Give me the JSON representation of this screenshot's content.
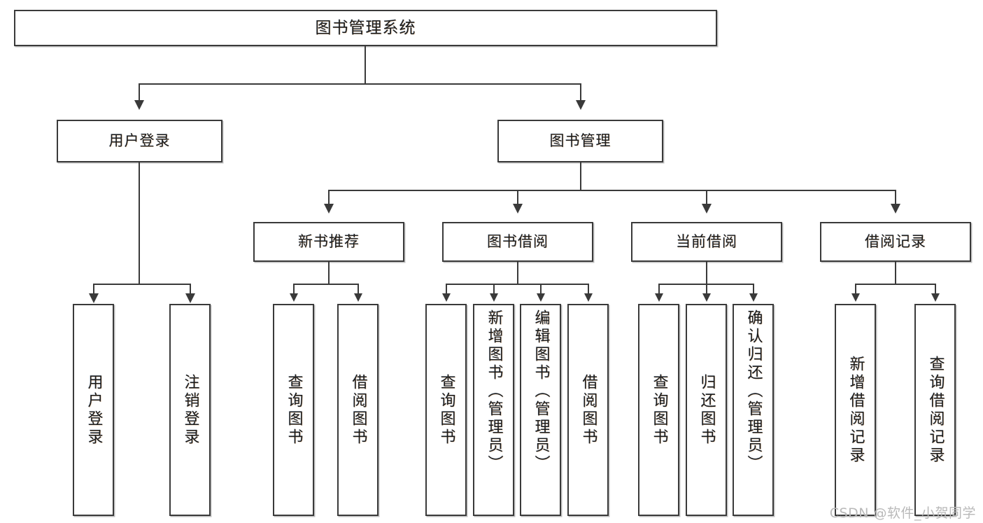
{
  "diagram": {
    "type": "tree-hierarchy",
    "root": {
      "label": "图书管理系统"
    },
    "level2": [
      {
        "label": "用户登录"
      },
      {
        "label": "图书管理"
      }
    ],
    "level3": [
      {
        "label": "新书推荐"
      },
      {
        "label": "图书借阅"
      },
      {
        "label": "当前借阅"
      },
      {
        "label": "借阅记录"
      }
    ],
    "leaves": {
      "user_login": [
        {
          "label": "用户登录"
        },
        {
          "label": "注销登录"
        }
      ],
      "new_book_recommend": [
        {
          "label": "查询图书"
        },
        {
          "label": "借阅图书"
        }
      ],
      "book_borrow": [
        {
          "label": "查询图书"
        },
        {
          "label": "新增图书（管理员）"
        },
        {
          "label": "编辑图书（管理员）"
        },
        {
          "label": "借阅图书"
        }
      ],
      "current_borrow": [
        {
          "label": "查询图书"
        },
        {
          "label": "归还图书"
        },
        {
          "label": "确认归还（管理员）"
        }
      ],
      "borrow_record": [
        {
          "label": "新增借阅记录"
        },
        {
          "label": "查询借阅记录"
        }
      ]
    }
  },
  "watermark": {
    "text": "CSDN @软件_小贺同学"
  },
  "colors": {
    "box_border": "#3a3a3a",
    "background": "#ffffff",
    "text": "#1b1b1b",
    "watermark": "#b9b9b9"
  }
}
